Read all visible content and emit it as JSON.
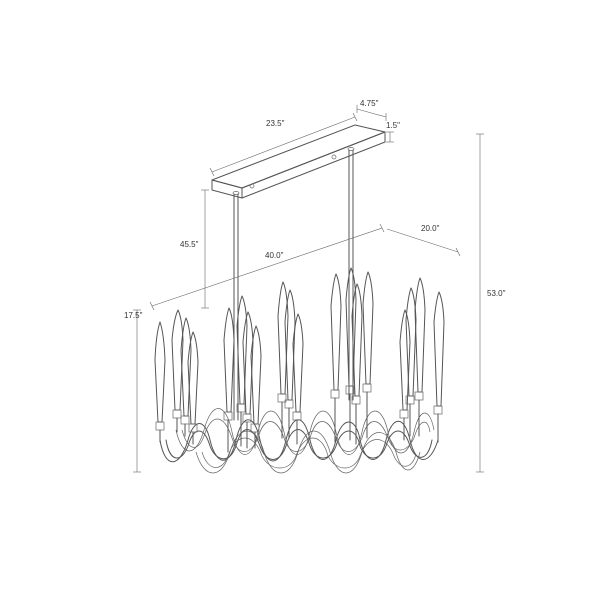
{
  "diagram": {
    "colors": {
      "ink": "#555555",
      "label": "#333333",
      "background": "#ffffff"
    },
    "dimensions": {
      "canopy_depth": "4.75\"",
      "canopy_length": "23.5\"",
      "canopy_height": "1.5\"",
      "drop_length": "45.5\"",
      "fixture_width": "20.0\"",
      "fixture_length": "40.0\"",
      "fixture_height": "17.5\"",
      "overall_height": "53.0\""
    }
  }
}
